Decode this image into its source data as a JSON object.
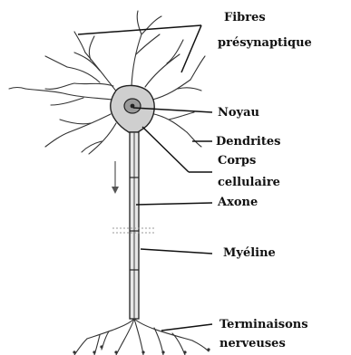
{
  "labels": {
    "fibres_line1": "Fibres",
    "fibres_line2": "présynaptique",
    "noyau": "Noyau",
    "dendrites": "Dendrites",
    "corps_line1": "Corps",
    "corps_line2": "cellulaire",
    "axone": "Axone",
    "myeline": "Myéline",
    "terminaisons_line1": "Terminaisons",
    "terminaisons_line2": "nerveuses"
  },
  "colors": {
    "ink": "#111111",
    "cell_fill": "#cfcfcf",
    "nucleus_fill": "#9a9a9a",
    "myelin_fill": "#e6e6e6"
  }
}
